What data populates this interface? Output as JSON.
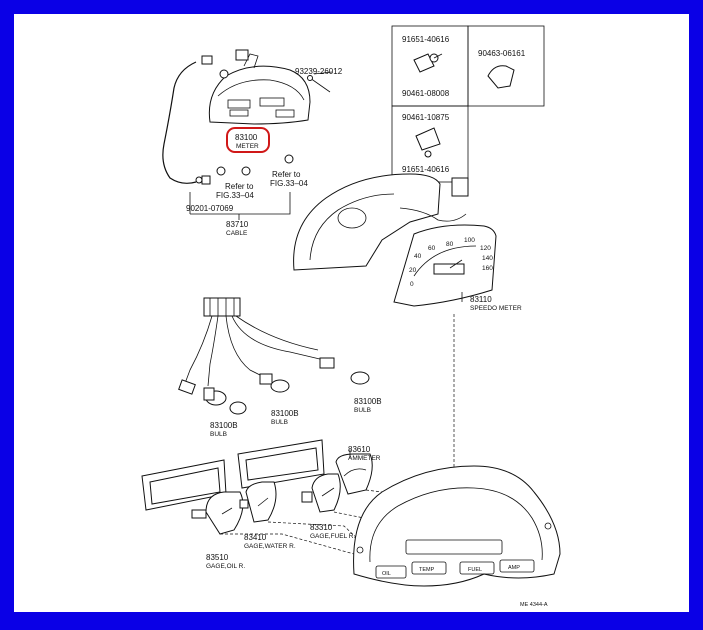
{
  "diagram": {
    "meter": {
      "number": "83100",
      "name": "METER"
    },
    "clip_bolt": {
      "number": "93239-26012"
    },
    "refer_a": {
      "line1": "Refer to",
      "line2": "FIG.33–04"
    },
    "refer_b": {
      "line1": "Refer to",
      "line2": "FIG.33–04"
    },
    "cable_bolt": {
      "number": "90201-07069"
    },
    "cable": {
      "number": "83710",
      "name": "CABLE"
    },
    "box1": {
      "top": "91651-40616",
      "bottom": "90461-08008"
    },
    "box2": {
      "label": "90463-06161"
    },
    "box3": {
      "top": "90461-10875",
      "bottom": "91651-40616"
    },
    "speedo": {
      "number": "83110",
      "name": "SPEEDO METER",
      "scale": [
        "0",
        "20",
        "40",
        "60",
        "80",
        "100",
        "120",
        "140",
        "160"
      ]
    },
    "bulb_a": {
      "number": "83100B",
      "name": "BULB"
    },
    "bulb_b": {
      "number": "83100B",
      "name": "BULB"
    },
    "bulb_c": {
      "number": "83100B",
      "name": "BULB"
    },
    "ammeter": {
      "number": "83610",
      "name": "AMMETER"
    },
    "gage_fuel": {
      "number": "83310",
      "name": "GAGE,FUEL R."
    },
    "gage_water": {
      "number": "83410",
      "name": "GAGE,WATER R."
    },
    "gage_oil": {
      "number": "83510",
      "name": "GAGE,OIL R."
    },
    "cluster_labels": [
      "OIL",
      "TEMP",
      "FUEL",
      "AMP"
    ],
    "figure_code": "ME 4344-A"
  }
}
